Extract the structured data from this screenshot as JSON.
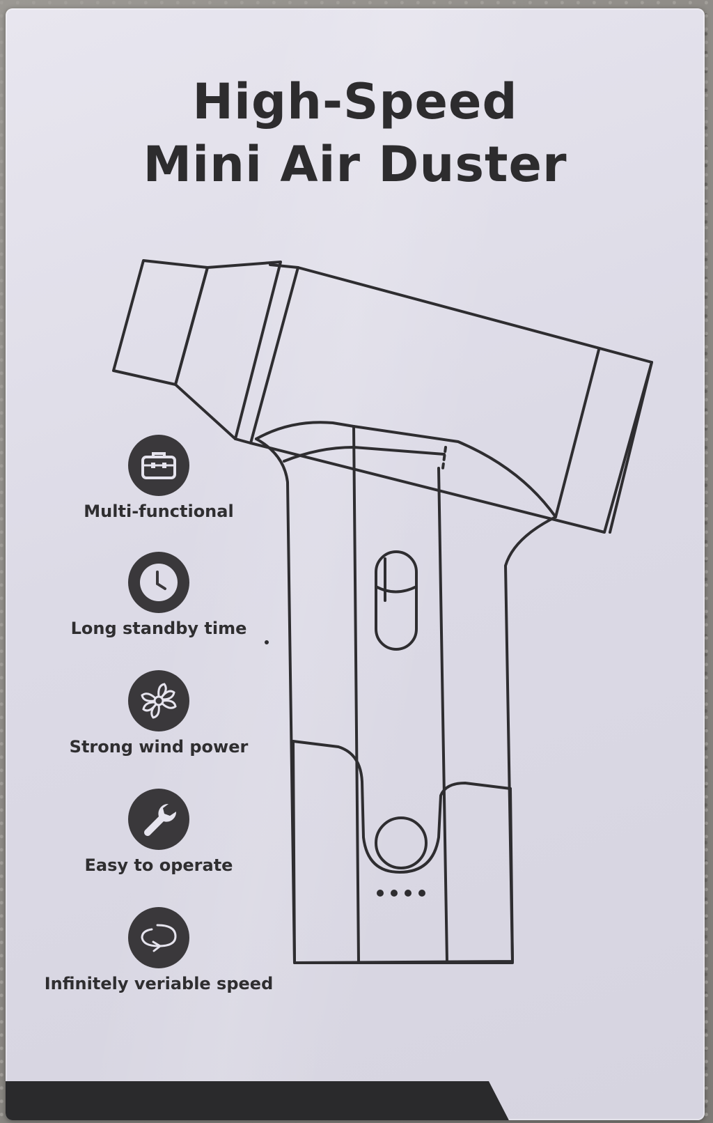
{
  "title": {
    "line1": "High-Speed",
    "line2": "Mini Air Duster"
  },
  "features": [
    {
      "label": "Multi-functional",
      "icon": "toolbox-icon"
    },
    {
      "label": "Long standby time",
      "icon": "clock-icon"
    },
    {
      "label": "Strong wind power",
      "icon": "fan-icon"
    },
    {
      "label": "Easy to operate",
      "icon": "wrench-icon"
    },
    {
      "label": "Infinitely veriable speed",
      "icon": "loop-arrow-icon"
    }
  ],
  "colors": {
    "box": "#dcdae6",
    "ink": "#2d2c2e",
    "icon_fill": "#3a383b"
  }
}
